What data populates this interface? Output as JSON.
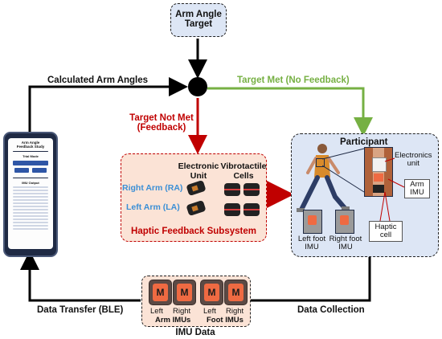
{
  "nodes": {
    "target": {
      "line1": "Arm Angle",
      "line2": "Target"
    },
    "haptic": {
      "electronic_unit_l1": "Electronic",
      "electronic_unit_l2": "Unit",
      "vibro_l1": "Vibrotactile",
      "vibro_l2": "Cells",
      "right_arm": "Right Arm (RA)",
      "left_arm": "Left Arm (LA)",
      "title": "Haptic Feedback Subsystem"
    },
    "participant": {
      "title": "Participant",
      "electronics_l1": "Electronics",
      "electronics_l2": "unit",
      "arm_imu_l1": "Arm",
      "arm_imu_l2": "IMU",
      "haptic_cell_l1": "Haptic",
      "haptic_cell_l2": "cell",
      "left_foot_l1": "Left foot",
      "left_foot_l2": "IMU",
      "right_foot_l1": "Right foot",
      "right_foot_l2": "IMU"
    },
    "imu": {
      "title": "IMU Data",
      "left1": "Left",
      "right1": "Right",
      "arm": "Arm IMUs",
      "left2": "Left",
      "right2": "Right",
      "foot": "Foot IMUs"
    }
  },
  "edges": {
    "calculated": "Calculated Arm Angles",
    "target_met": "Target Met (No Feedback)",
    "not_met_l1": "Target Not Met",
    "not_met_l2": "(Feedback)",
    "data_transfer": "Data Transfer (BLE)",
    "data_collection": "Data Collection"
  },
  "phone": {
    "title_l1": "Arm Angle",
    "title_l2": "Feedback Study",
    "section1": "Trial Mode",
    "section2": "IMU Output"
  },
  "colors": {
    "green": "#76b043",
    "red": "#c00000",
    "blue": "#3b8fd6",
    "haptic_fill": "#fbe3d6",
    "participant_fill": "#dde6f5",
    "target_fill": "#dde6f5"
  }
}
